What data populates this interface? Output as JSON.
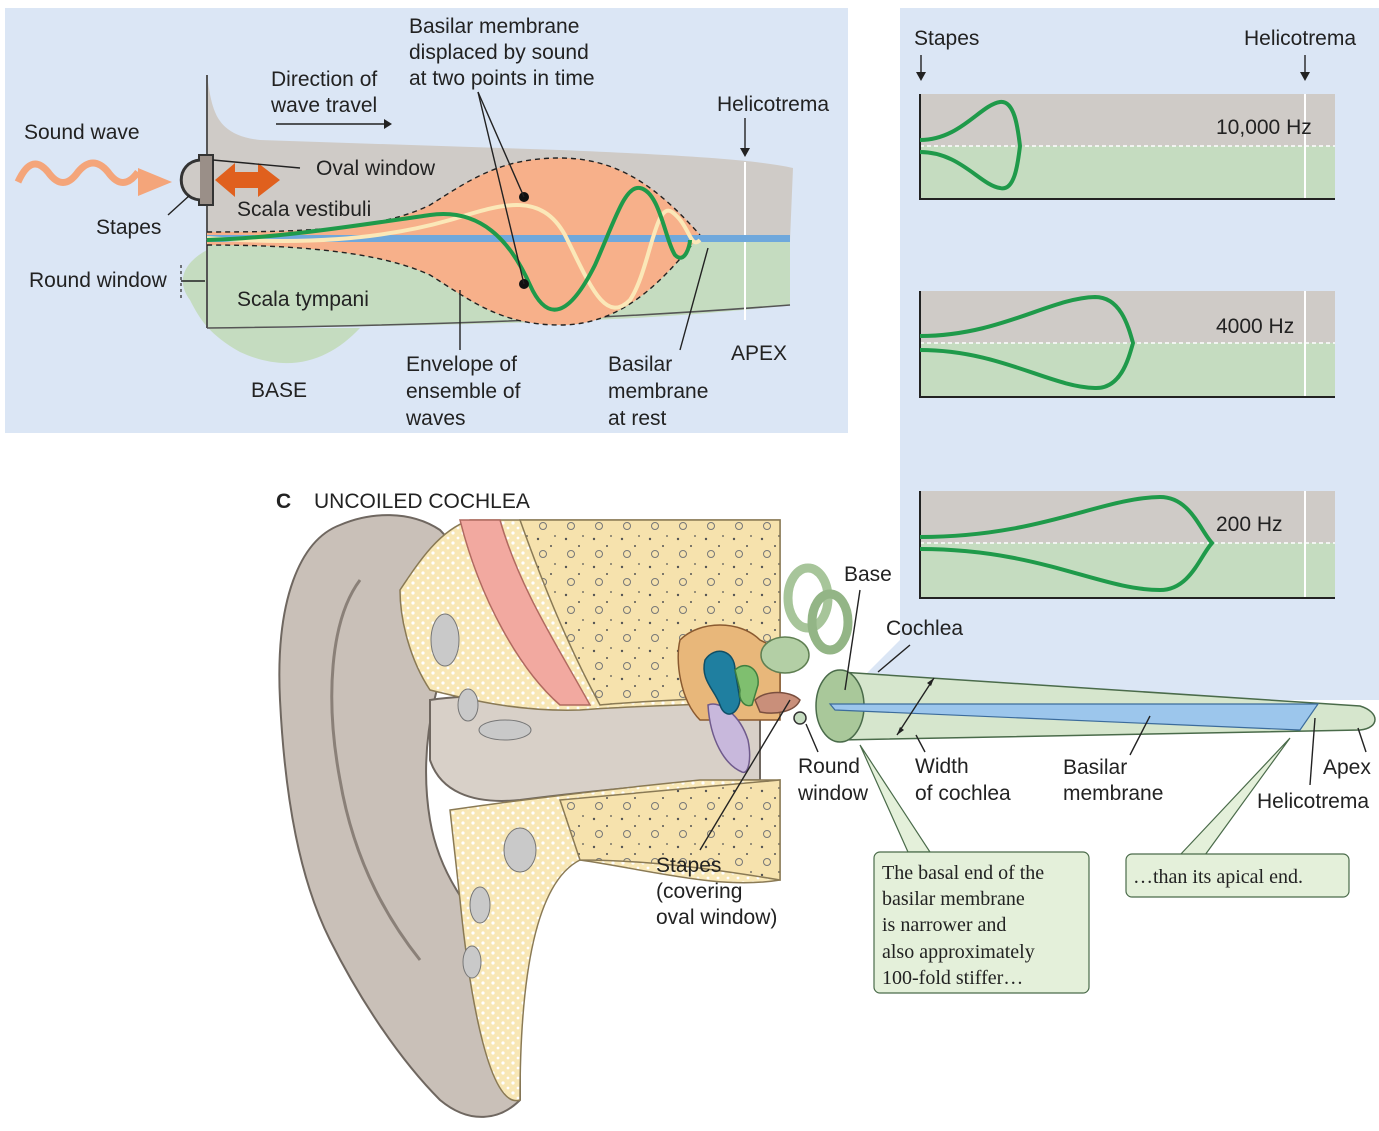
{
  "panel_b": {
    "sound_wave": "Sound wave",
    "stapes": "Stapes",
    "oval_window": "Oval window",
    "round_window": "Round window",
    "direction_l1": "Direction of",
    "direction_l2": "wave travel",
    "basilar_disp_l1": "Basilar membrane",
    "basilar_disp_l2": "displaced by sound",
    "basilar_disp_l3": "at two points in time",
    "helicotrema": "Helicotrema",
    "scala_vestibuli": "Scala vestibuli",
    "scala_tympani": "Scala tympani",
    "base": "BASE",
    "apex": "APEX",
    "envelope_l1": "Envelope of",
    "envelope_l2": "ensemble of",
    "envelope_l3": "waves",
    "rest_l1": "Basilar",
    "rest_l2": "membrane",
    "rest_l3": "at rest"
  },
  "freq_panels": {
    "stapes": "Stapes",
    "helicotrema": "Helicotrema",
    "frequencies": [
      "10,000 Hz",
      "4000 Hz",
      "200 Hz"
    ]
  },
  "panel_c": {
    "letter": "C",
    "title": "UNCOILED COCHLEA",
    "base": "Base",
    "cochlea": "Cochlea",
    "round_window_l1": "Round",
    "round_window_l2": "window",
    "width_l1": "Width",
    "width_l2": "of cochlea",
    "basilar_l1": "Basilar",
    "basilar_l2": "membrane",
    "apex": "Apex",
    "helicotrema": "Helicotrema",
    "stapes_l1": "Stapes",
    "stapes_l2": "(covering",
    "stapes_l3": "oval window)",
    "callout_basal": [
      "The basal end of the",
      "basilar membrane",
      "is narrower and",
      "also approximately",
      "100-fold stiffer…"
    ],
    "callout_apical": "…than its apical end."
  },
  "colors": {
    "panel_bg": "#dbe6f5",
    "gray_chamber": "#cfcbc7",
    "green_chamber": "#c5dcc0",
    "basilar": "#6fa8dc",
    "wave_green": "#1f9a4a",
    "wave_cream": "#fbe8b8",
    "envelope_fill": "#f7b08a",
    "arrow_orange": "#e0601e",
    "sound_wave": "#f4a57a",
    "callout_bg": "#e4f0da"
  }
}
